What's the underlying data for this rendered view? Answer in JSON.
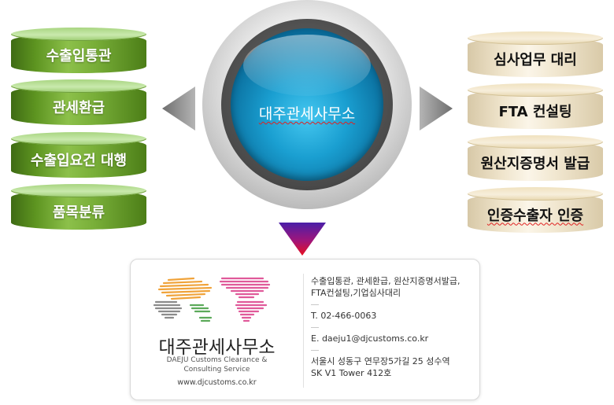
{
  "left_items": [
    "수출입통관",
    "관세환급",
    "수출입요건 대행",
    "품목분류"
  ],
  "right_items": [
    "심사업무 대리",
    "FTA 컨설팅",
    "원산지증명서 발급",
    "인증수출자 인증"
  ],
  "center_label": "대주관세사무소",
  "card": {
    "name": "대주관세사무소",
    "sub_line1": "DAEJU Customs Clearance &",
    "sub_line2": "Consulting Service",
    "website": "www.djcustoms.co.kr",
    "services_line1": "수출입통관, 관세환급, 원산지증명서발급,",
    "services_line2": "FTA컨설팅,기업심사대리",
    "phone": "T. 02-466-0063",
    "email": "E. daeju1@djcustoms.co.kr",
    "address_line1": "서울시 성동구 연무장5가길 25 성수역",
    "address_line2": "SK V1 Tower 412호"
  },
  "colors": {
    "green": "#5d9420",
    "tan": "#efe4cb",
    "hub_blue": "#1a9fd1",
    "arrow_grey": "#8c8c8c",
    "arrow_down_top": "#5a1fa0",
    "arrow_down_bottom": "#e0102a"
  }
}
